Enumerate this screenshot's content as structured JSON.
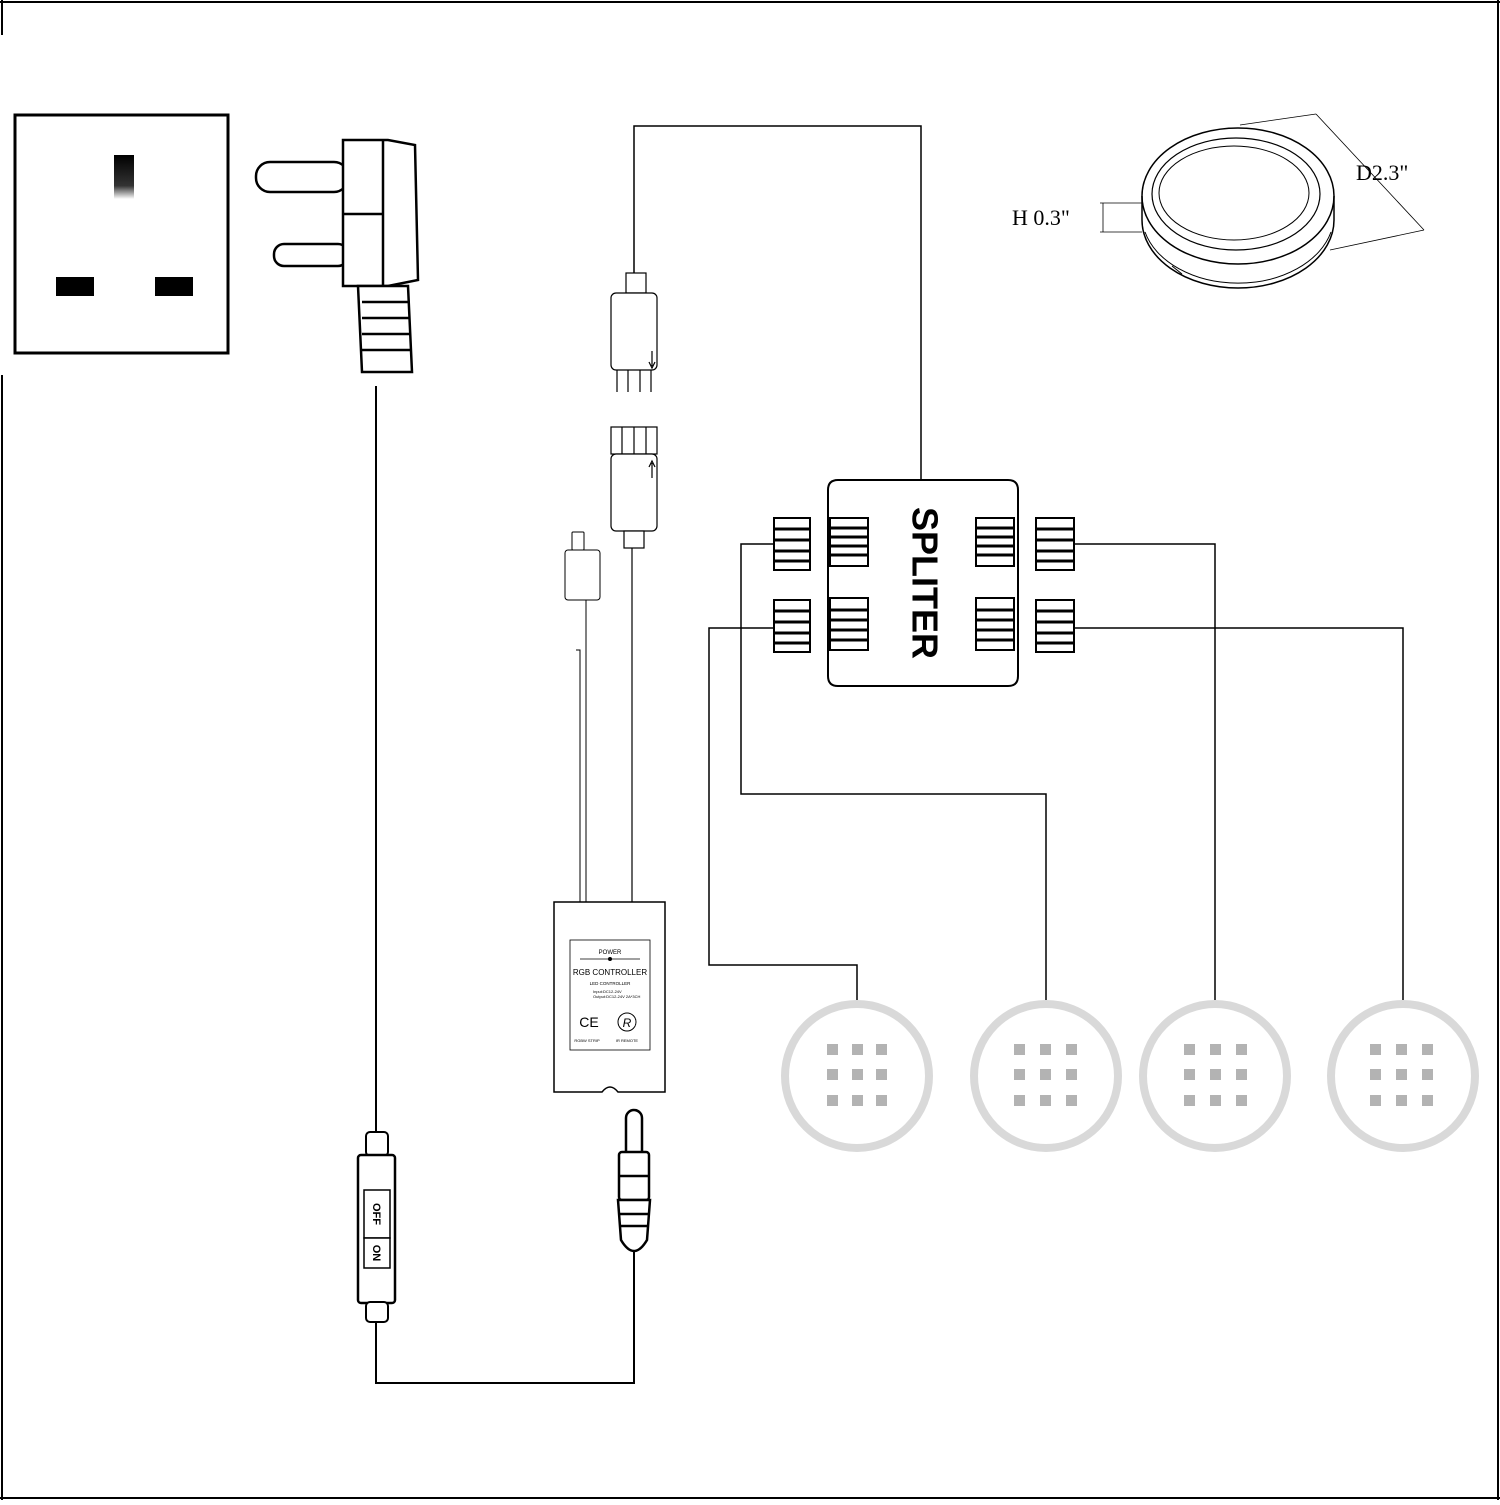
{
  "splitter": {
    "label": "SPLITER"
  },
  "puck_dimensions": {
    "diameter": "D2.3\"",
    "height": "H 0.3\""
  },
  "controller": {
    "power_label": "POWER",
    "title": "RGB CONTROLLER",
    "subtitle": "LED CONTROLLER",
    "input_spec": "Input:DC12-24V",
    "output_spec": "Output:DC12-24V 2A*3CH",
    "ce_mark": "CE",
    "r_mark": "R",
    "rgbw_label": "RGBW STRIP",
    "ir_label": "IR REMOTE"
  },
  "inline_switch": {
    "off_label": "OFF",
    "on_label": "ON"
  },
  "colors": {
    "line": "#000000",
    "light_ring": "#d9d9d9",
    "light_dot": "#b3b3b3",
    "connector_fill": "#ffffff"
  }
}
